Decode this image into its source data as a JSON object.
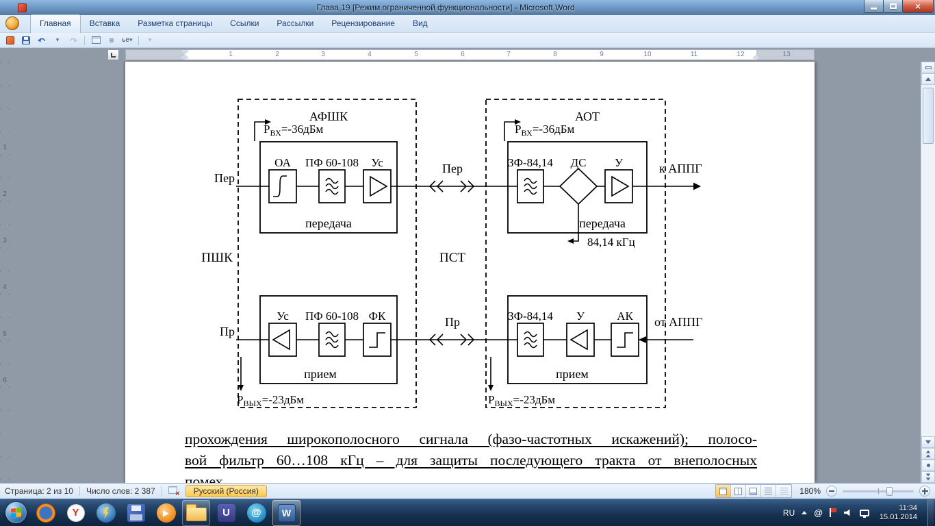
{
  "window": {
    "title": "Глава 19 [Режим ограниченной функциональности] - Microsoft Word",
    "close_glyph": "×"
  },
  "ribbon": {
    "tabs": [
      {
        "label": "Главная"
      },
      {
        "label": "Вставка"
      },
      {
        "label": "Разметка страницы"
      },
      {
        "label": "Ссылки"
      },
      {
        "label": "Рассылки"
      },
      {
        "label": "Рецензирование"
      },
      {
        "label": "Вид"
      }
    ]
  },
  "qat": {
    "style_icon_text": "ье"
  },
  "ruler": {
    "h": [
      "1",
      "2",
      "3",
      "4",
      "5",
      "6",
      "7",
      "8",
      "9",
      "10",
      "11",
      "12",
      "13"
    ],
    "v": [
      "1",
      "2",
      "3",
      "4",
      "5",
      "6"
    ]
  },
  "diagram": {
    "left": {
      "title": "АФШК",
      "p_in": {
        "pre": "Р",
        "sub": "ВХ",
        "post": "=-36дБм"
      },
      "p_out": {
        "pre": "Р",
        "sub": "ВЫХ",
        "post": "=-23дБм"
      },
      "tx": {
        "b1": "ОА",
        "b2": "ПФ 60-108",
        "b3": "Ус",
        "caption": "передача"
      },
      "rx": {
        "b1": "Ус",
        "b2": "ПФ 60-108",
        "b3": "ФК",
        "caption": "прием"
      },
      "below": "ПШК"
    },
    "right": {
      "title": "АОТ",
      "p_in": {
        "pre": "Р",
        "sub": "ВХ",
        "post": "=-36дБм"
      },
      "p_out": {
        "pre": "Р",
        "sub": "ВЫХ",
        "post": "=-23дБм"
      },
      "tx": {
        "b1": "ЗФ-84,14",
        "b2": "ДС",
        "b3": "У",
        "caption": "передача"
      },
      "rx": {
        "b1": "ЗФ-84,14",
        "b2": "У",
        "b3": "АК",
        "caption": "прием"
      },
      "below": "ПСТ",
      "freq": "84,14 кГц"
    },
    "ports": {
      "tx_in": "Пер",
      "rx_in": "Пр",
      "tx_mid": "Пер",
      "rx_mid": "Пр",
      "tx_out": "к АППГ",
      "rx_out": "от АППГ"
    }
  },
  "document": {
    "lines": [
      "прохождения широкополосного сигнала (фазо-частотных искажений); полосо-",
      "вой фильтр 60…108 кГц – для защиты последующего тракта от внеполосных",
      "помех"
    ]
  },
  "status": {
    "page": "Страница: 2 из 10",
    "words": "Число слов: 2 387",
    "proof_glyph": "×",
    "language": "Русский (Россия)",
    "zoom": "180%"
  },
  "taskbar": {
    "icons": {
      "yandex": "Y",
      "play": "▶",
      "u": "U",
      "at": "@",
      "word": "W"
    },
    "tray": {
      "lang": "RU",
      "time": "11:34",
      "date": "15.01.2014"
    }
  },
  "colors": {
    "titlebar_blue": "#6f9cc9",
    "taskbar_blue": "#16304f",
    "language_highlight": "#ffc84f",
    "view_selected": "#f8c15c",
    "win_flag": [
      "#f25022",
      "#7fba00",
      "#00a4ef",
      "#ffb900"
    ]
  }
}
